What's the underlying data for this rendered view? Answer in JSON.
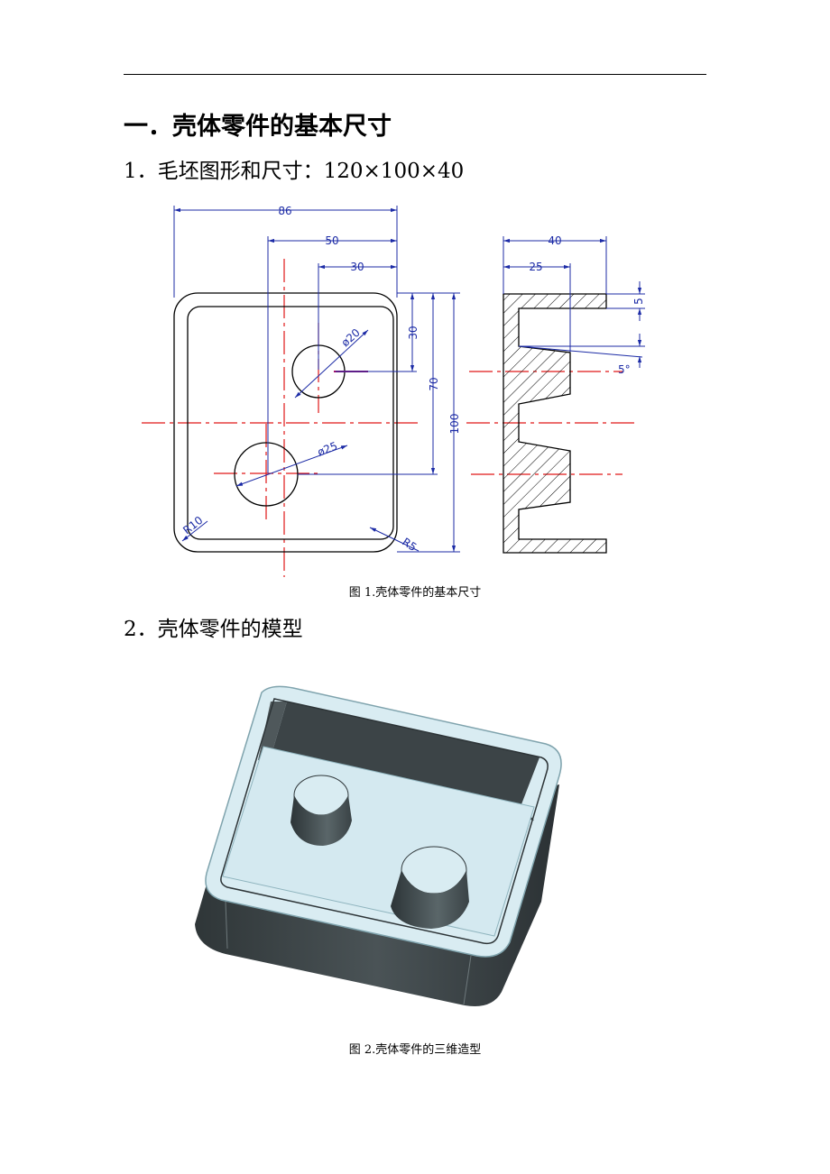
{
  "heading": "一．壳体零件的基本尺寸",
  "section1": "1．毛坯图形和尺寸：120×100×40",
  "drawing": {
    "dims": {
      "d86": "86",
      "d50": "50",
      "d30h": "30",
      "d40": "40",
      "d25": "25",
      "d5": "5",
      "d30v": "30",
      "d70": "70",
      "d100": "100",
      "ang": "5°",
      "phi20": "ø20",
      "phi25": "ø25",
      "r10": "R10",
      "r5": "R5"
    }
  },
  "caption1": "图 1.壳体零件的基本尺寸",
  "section2": "2．壳体零件的模型",
  "caption2": "图 2.壳体零件的三维造型",
  "colors": {
    "dimension": "#1c2ba6",
    "centerline": "#e01818",
    "outline": "#000000",
    "model_light": "#d9ecf2",
    "model_dark": "#3e4649"
  }
}
